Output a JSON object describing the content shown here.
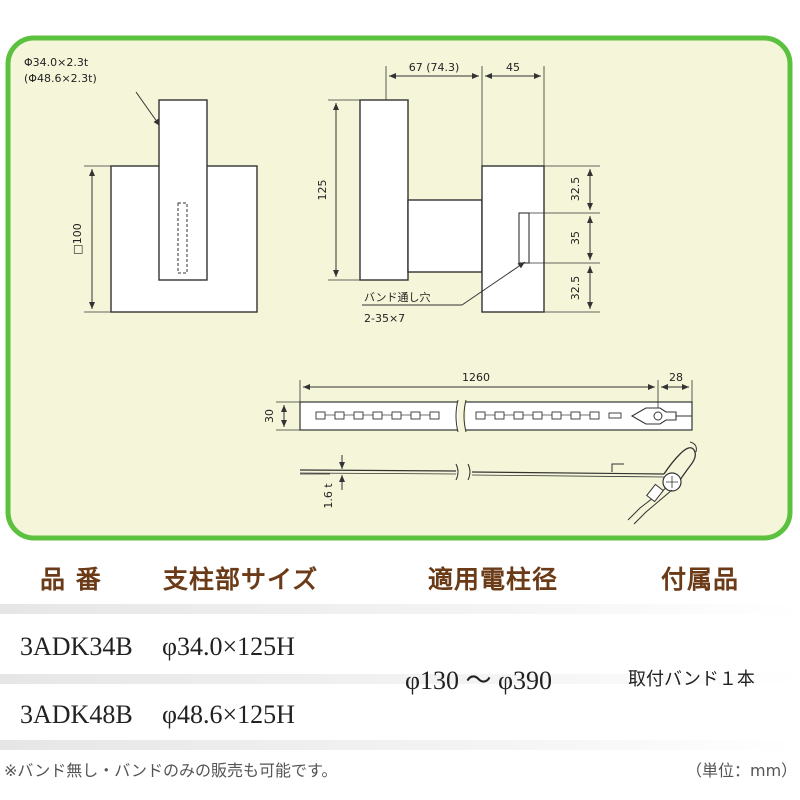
{
  "drawing": {
    "pipe_size_1": "Φ34.0×2.3t",
    "pipe_size_2": "(Φ48.6×2.3t)",
    "plate_width": "□100",
    "height": "125",
    "offset": "67 (74.3)",
    "bracket_width": "45",
    "hole_top": "32.5",
    "hole_mid": "35",
    "hole_bottom": "32.5",
    "band_hole_label": "バンド通し穴",
    "band_hole_spec": "2-35×7",
    "band_length": "1260",
    "band_end": "28",
    "band_width": "30",
    "band_thickness": "1.6 t"
  },
  "table": {
    "headers": [
      "品 番",
      "支柱部サイズ",
      "適用電柱径",
      "付属品"
    ],
    "rows": [
      {
        "model": "3ADK34B",
        "size": "φ34.0×125H"
      },
      {
        "model": "3ADK48B",
        "size": "φ48.6×125H"
      }
    ],
    "pole_range": "φ130 ～ φ390",
    "accessory": "取付バンド１本"
  },
  "footer": {
    "note": "※バンド無し・バンドのみの販売も可能です。",
    "unit": "（単位：mm）"
  },
  "colors": {
    "frame_border": "#5cc13f",
    "frame_fill": "#f5f6d9",
    "header_text": "#6b3a17"
  }
}
